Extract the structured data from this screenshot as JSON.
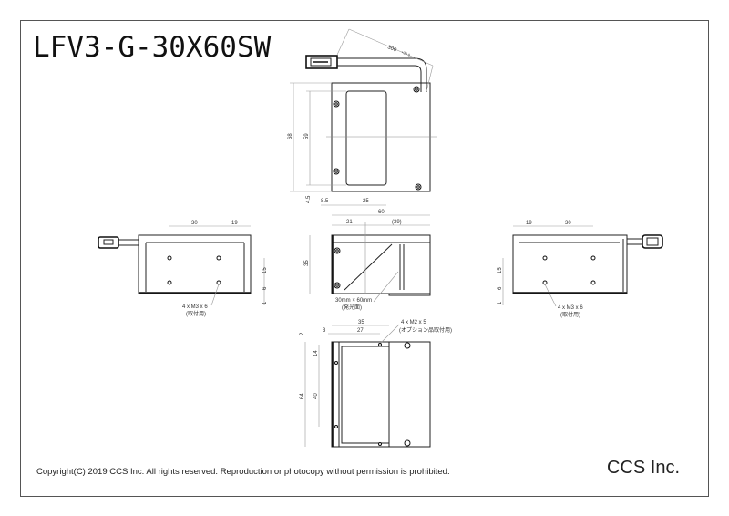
{
  "title": "LFV3-G-30X60SW",
  "copyright": "Copyright(C) 2019 CCS Inc. All rights reserved. Reproduction or photocopy without permission is prohibited.",
  "company": "CCS Inc.",
  "top_view": {
    "cable_length": "300",
    "cable_tolerance": "+30 0",
    "height_total": "68",
    "height_window": "59",
    "offset_bottom": "4.5",
    "offset_left": "8.5",
    "window_width": "25"
  },
  "front_view": {
    "width": "60",
    "left": "21",
    "right": "(39)",
    "height": "35",
    "emit_size": "30mm × 60mm",
    "emit_label": "(発光面)"
  },
  "bottom_view": {
    "width": "35",
    "edge": "3",
    "pitch_x": "27",
    "top": "2",
    "hole_offset": "14",
    "hole_pitch": "40",
    "length": "64",
    "screw": "4 x M2 x 5",
    "screw_note": "(オプション品取付用)"
  },
  "left_view": {
    "pitch_x": "30",
    "edge_x": "19",
    "pitch_y": "15",
    "offset_y": "6",
    "base": "1",
    "screw": "4 x M3 x 6",
    "screw_note": "(取付用)"
  },
  "right_view": {
    "edge_x": "19",
    "pitch_x": "30",
    "pitch_y": "15",
    "offset_y": "6",
    "base": "1",
    "screw": "4 x M3 x 6",
    "screw_note": "(取付用)"
  }
}
